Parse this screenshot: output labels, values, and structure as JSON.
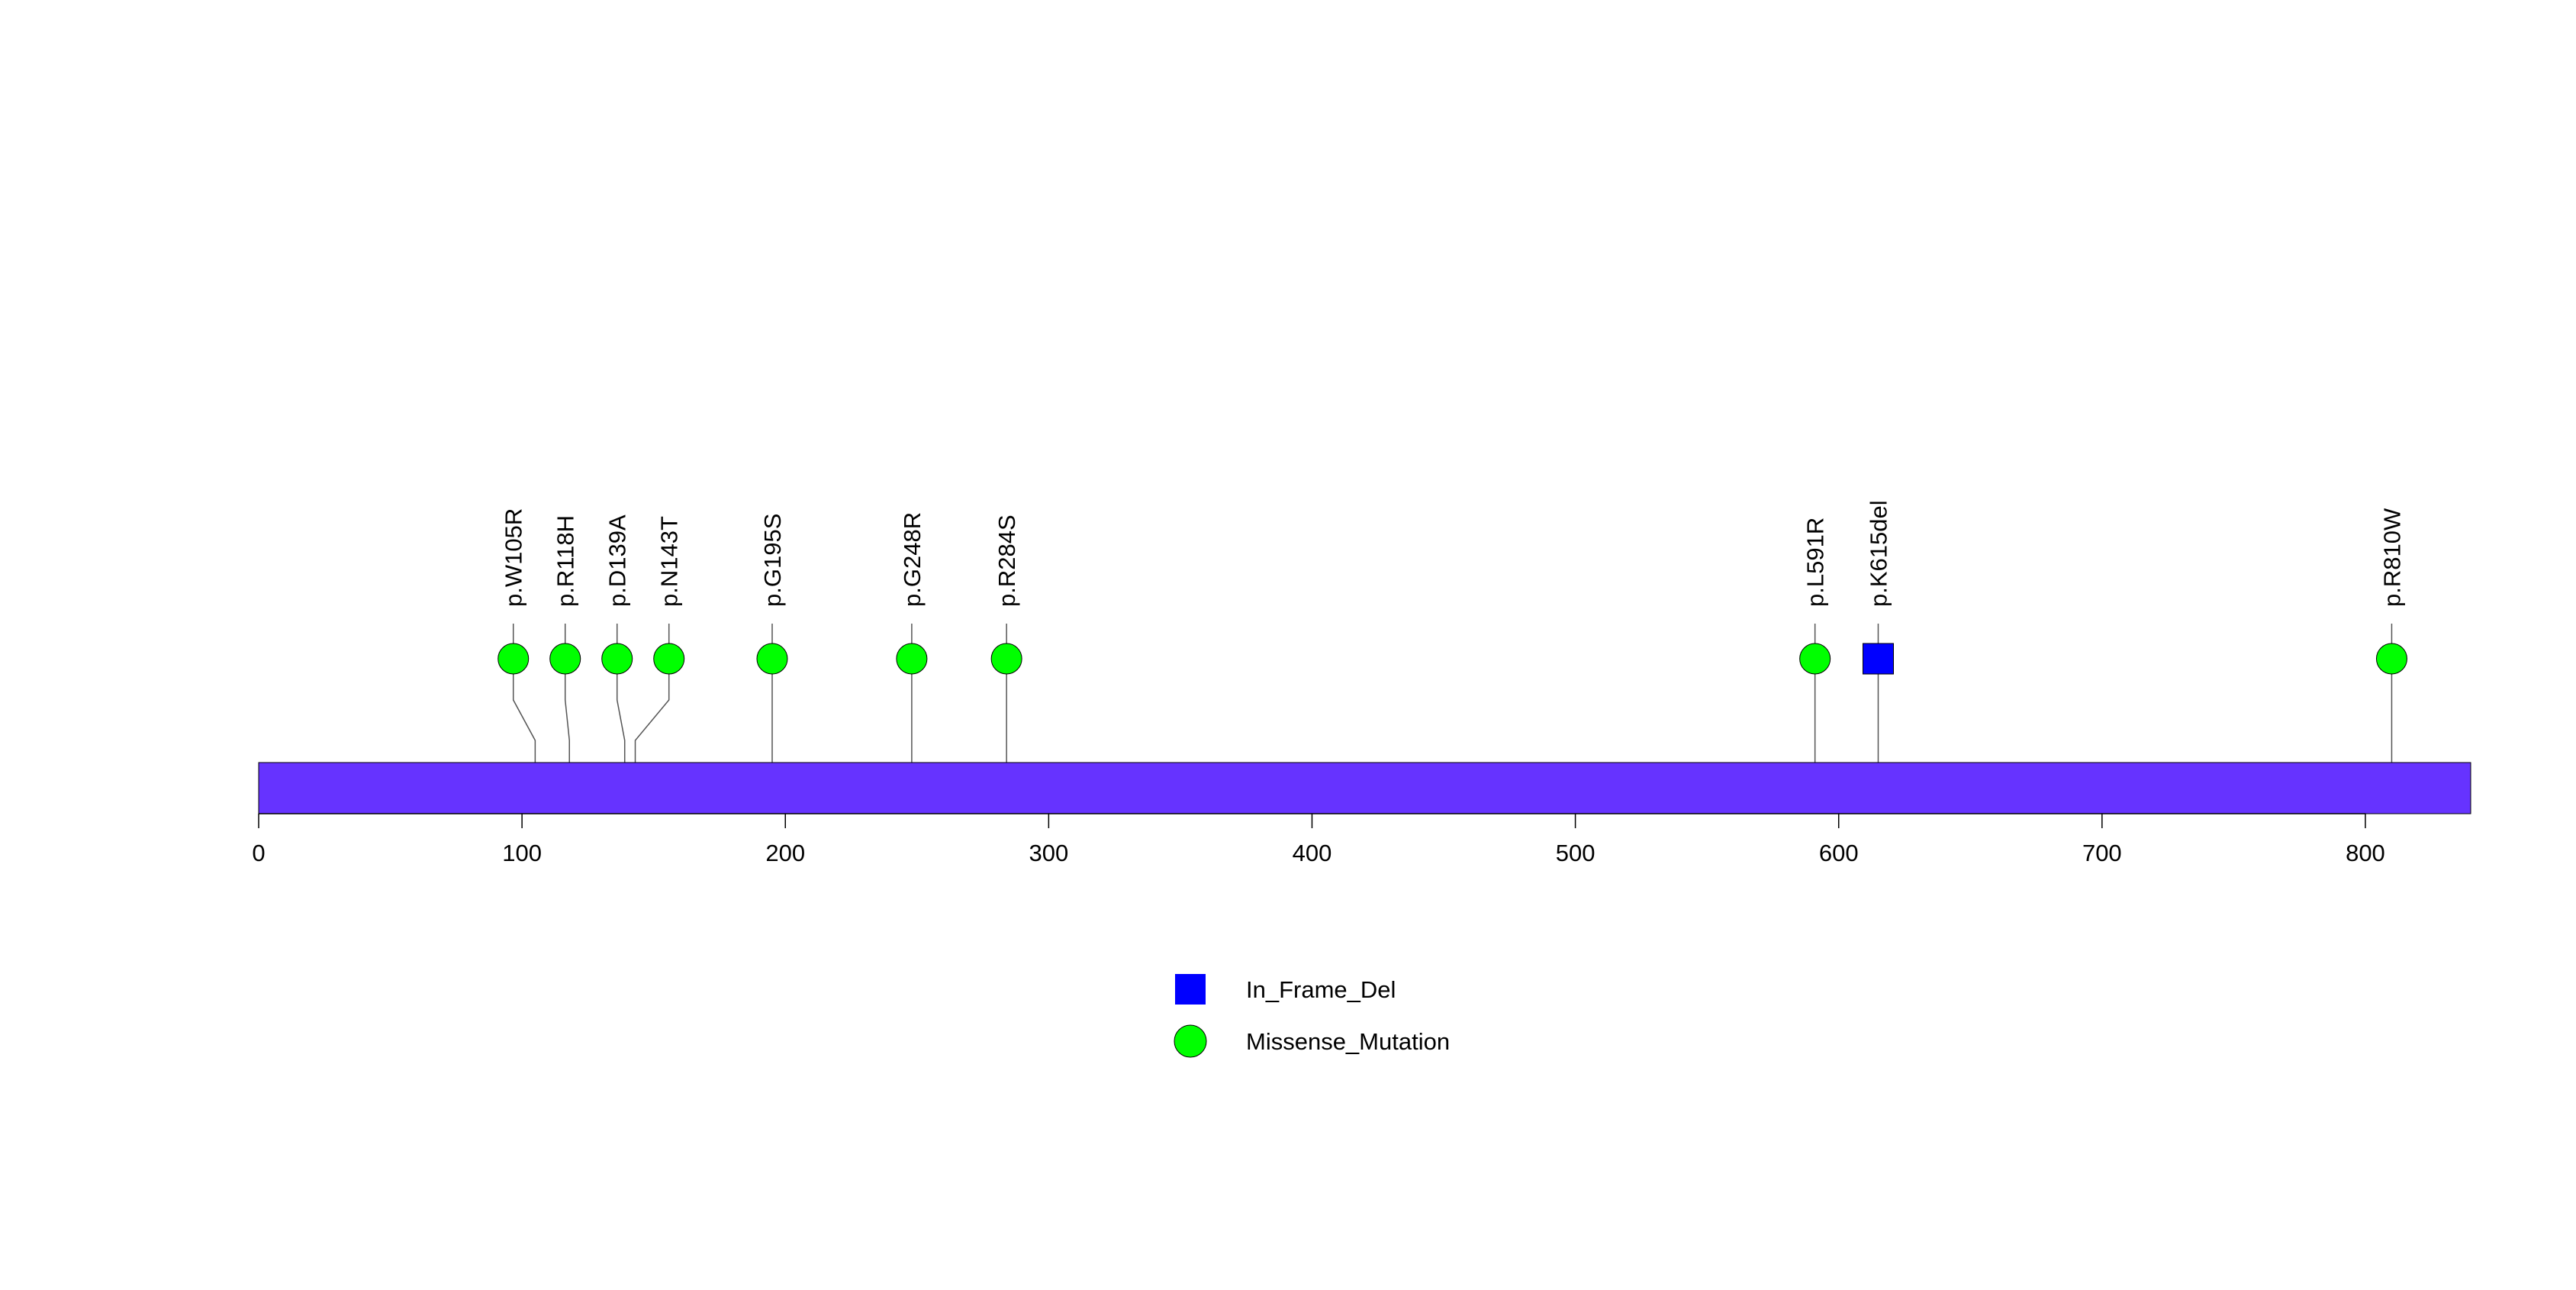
{
  "chart_data": {
    "type": "lollipop",
    "protein_length": 840,
    "xlim": [
      0,
      840
    ],
    "xticks": [
      0,
      100,
      200,
      300,
      400,
      500,
      600,
      700,
      800
    ],
    "colors": {
      "protein_bar": "#6633FF",
      "In_Frame_Del": "#0000FF",
      "Missense_Mutation": "#00FF00"
    },
    "mutations": [
      {
        "label": "p.W105R",
        "position": 105,
        "type": "Missense_Mutation"
      },
      {
        "label": "p.R118H",
        "position": 118,
        "type": "Missense_Mutation"
      },
      {
        "label": "p.D139A",
        "position": 139,
        "type": "Missense_Mutation"
      },
      {
        "label": "p.N143T",
        "position": 143,
        "type": "Missense_Mutation"
      },
      {
        "label": "p.G195S",
        "position": 195,
        "type": "Missense_Mutation"
      },
      {
        "label": "p.G248R",
        "position": 248,
        "type": "Missense_Mutation"
      },
      {
        "label": "p.R284S",
        "position": 284,
        "type": "Missense_Mutation"
      },
      {
        "label": "p.L591R",
        "position": 591,
        "type": "Missense_Mutation"
      },
      {
        "label": "p.K615del",
        "position": 615,
        "type": "In_Frame_Del"
      },
      {
        "label": "p.R810W",
        "position": 810,
        "type": "Missense_Mutation"
      }
    ],
    "legend": {
      "placement": "bottom-center",
      "entries": [
        {
          "label": "In_Frame_Del",
          "shape": "square",
          "color": "#0000FF"
        },
        {
          "label": "Missense_Mutation",
          "shape": "circle",
          "color": "#00FF00"
        }
      ]
    }
  }
}
